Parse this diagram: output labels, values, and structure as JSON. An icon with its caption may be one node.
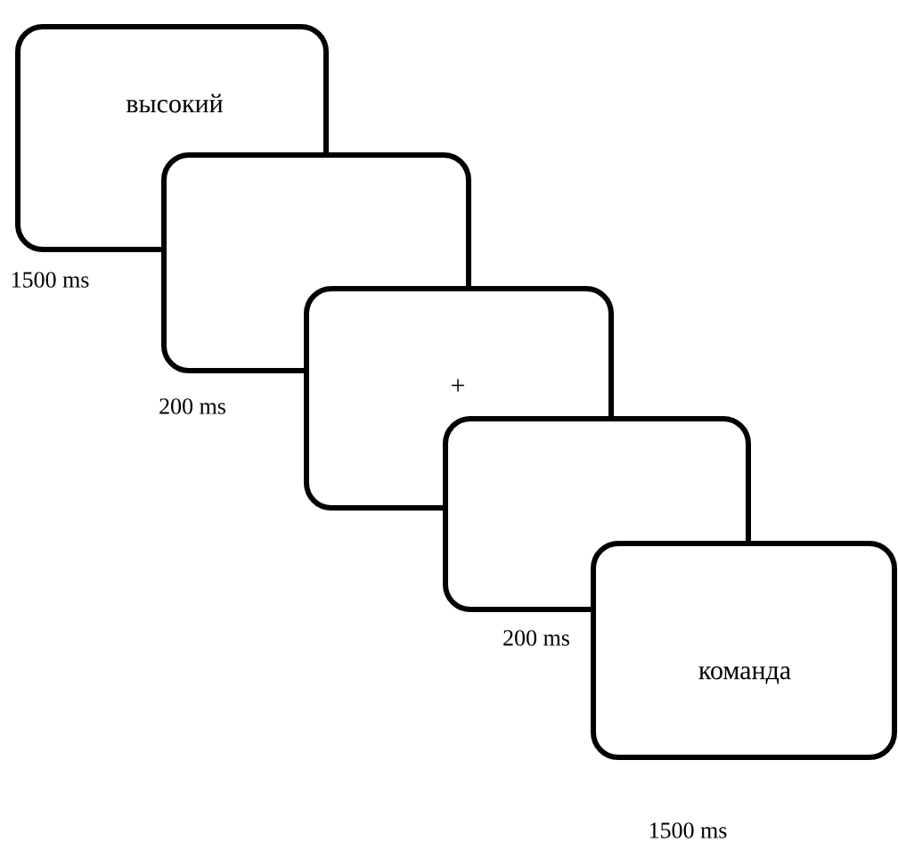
{
  "diagram": {
    "nodes": [
      {
        "text": [
          "высокий"
        ],
        "beside": [
          "1500 ms"
        ]
      },
      {
        "text": [],
        "shape": "box",
        "beside": [
          "200 ms"
        ]
      },
      {
        "text": [
          "+"
        ]
      },
      {
        "text": [],
        "shape": "box",
        "beside": [
          "200 ms"
        ]
      },
      {
        "text": [
          "команда"
        ],
        "beside": [
          "1500 ms"
        ]
      }
    ]
  }
}
